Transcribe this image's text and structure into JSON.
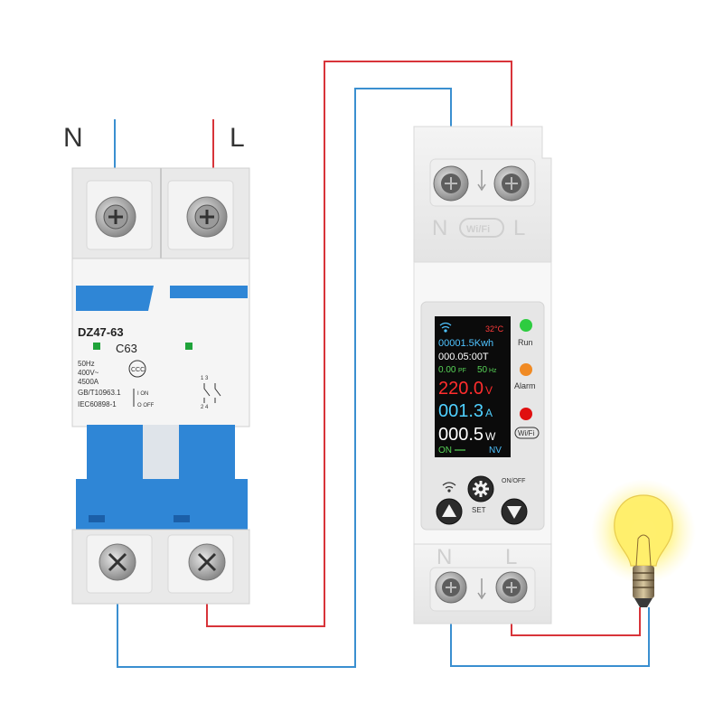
{
  "terminals": {
    "neutral": "N",
    "live": "L"
  },
  "breaker": {
    "model": "DZ47-63",
    "rating": "C63",
    "frequency": "50Hz",
    "voltage": "400V~",
    "capacity": "4500A",
    "standard1": "GB/T10963.1",
    "standard2": "IEC60898-1",
    "on_label": "I ON",
    "off_label": "O OFF",
    "diagram_top": "1 3",
    "diagram_bottom": "2 4"
  },
  "meter": {
    "top_label_n": "N",
    "top_label_l": "L",
    "wifi_badge": "Wi/Fi",
    "bottom_label_n": "N",
    "bottom_label_l": "L",
    "screen": {
      "temperature": "32°C",
      "energy": "00001.5Kwh",
      "time": "000.05:00T",
      "power_factor": "0.00",
      "power_factor_unit": "PF",
      "frequency": "50",
      "frequency_unit": "Hz",
      "voltage": "220.0",
      "voltage_unit": "V",
      "current": "001.3",
      "current_unit": "A",
      "power": "000.5",
      "power_unit": "W",
      "state": "ON",
      "mode": "NV"
    },
    "indicators": {
      "run": "Run",
      "alarm": "Alarm",
      "wifi": "Wi/Fi"
    },
    "buttons": {
      "set": "SET",
      "onoff": "ON/OFF"
    }
  },
  "colors": {
    "neutral_wire": "#3a8fd0",
    "live_wire": "#d8343a",
    "breaker_blue": "#2f86d6",
    "screen_bg": "#0b0b0b",
    "run_led": "#2ecc40",
    "alarm_led": "#f08a24",
    "wifi_led": "#e01010"
  }
}
